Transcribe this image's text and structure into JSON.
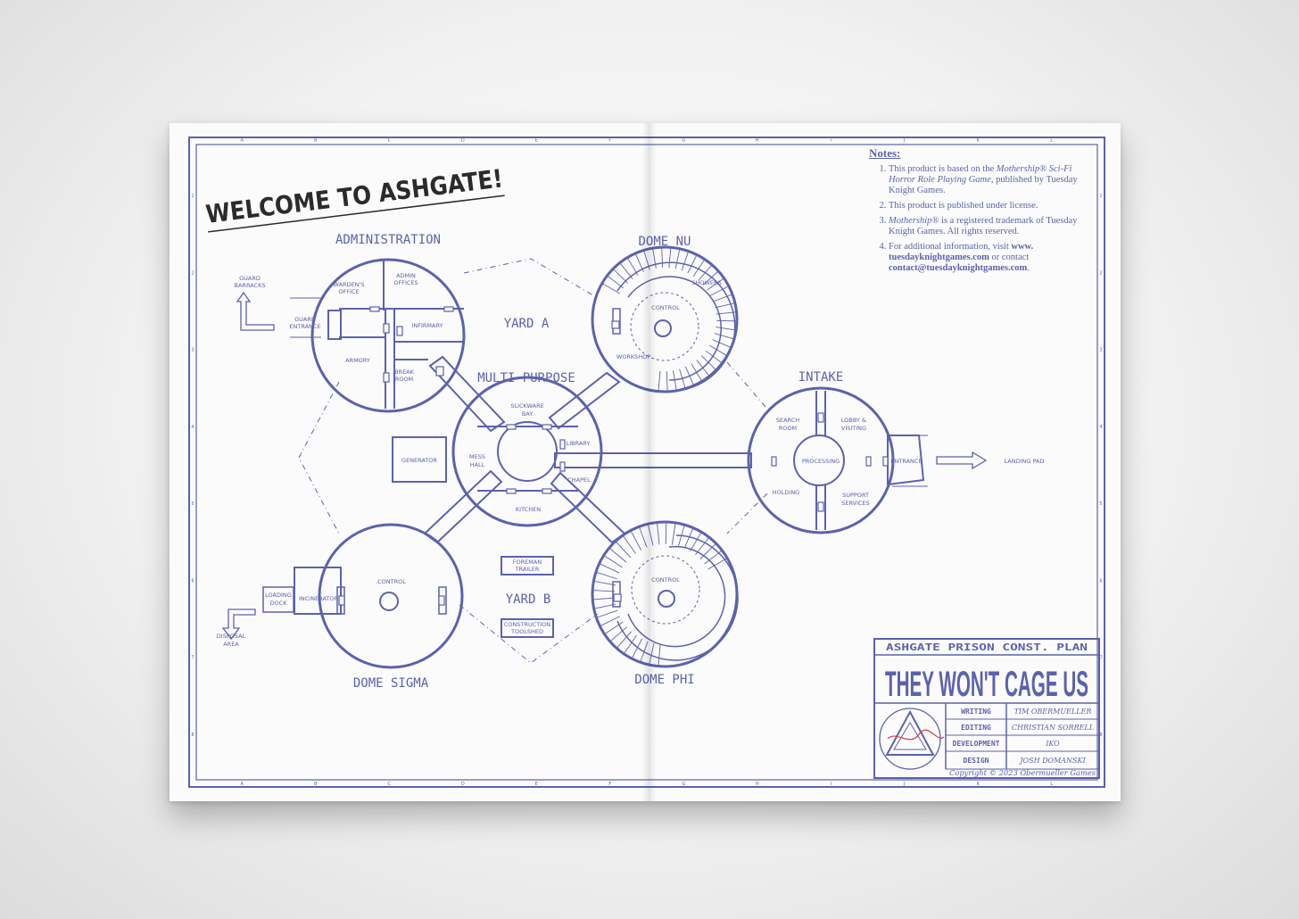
{
  "title": "WELCOME TO ASHGATE!",
  "areas": {
    "administration": "ADMINISTRATION",
    "dome_nu": "DOME NU",
    "yard_a": "YARD A",
    "multi_purpose": "MULTI-PURPOSE",
    "intake": "INTAKE",
    "dome_sigma": "DOME SIGMA",
    "yard_b": "YARD B",
    "dome_phi": "DOME PHI"
  },
  "rooms": {
    "guard_barracks": [
      "GUARD",
      "BARRACKS"
    ],
    "guard_entrance": [
      "GUARD",
      "ENTRANCE"
    ],
    "wardens_office": [
      "WARDEN'S",
      "OFFICE"
    ],
    "admin_offices": [
      "ADMIN",
      "OFFICES"
    ],
    "infirmary": "INFIRMARY",
    "armory": "ARMORY",
    "break_room": [
      "BREAK",
      "ROOM"
    ],
    "showers": "SHOWERS",
    "control": "CONTROL",
    "workshop": "WORKSHOP",
    "slickware_bay": [
      "SLICKWARE",
      "BAY"
    ],
    "library": "LIBRARY",
    "mess_hall": [
      "MESS",
      "HALL"
    ],
    "chapel": "CHAPEL",
    "kitchen": "KITCHEN",
    "generator": "GENERATOR",
    "search_room": [
      "SEARCH",
      "ROOM"
    ],
    "lobby_visiting": [
      "LOBBY &",
      "VISITING"
    ],
    "processing": "PROCESSING",
    "entrance": "ENTRANCE",
    "landing_pad": "LANDING PAD",
    "holding": "HOLDING",
    "support_services": [
      "SUPPORT",
      "SERVICES"
    ],
    "loading_dock": [
      "LOADING",
      "DOCK"
    ],
    "incinerator": "INCINERATOR",
    "disposal_area": [
      "DISPOSAL",
      "AREA"
    ],
    "foreman_trailer": [
      "FOREMAN",
      "TRAILER"
    ],
    "construction_toolshed": [
      "CONSTRUCTION",
      "TOOLSHED"
    ]
  },
  "notes": {
    "heading": "Notes:",
    "items": [
      {
        "parts": [
          [
            "",
            "This product is based on the "
          ],
          [
            "i",
            "Mothership® Sci-Fi Horror Role Playing Game"
          ],
          [
            "",
            ", published by Tuesday Knight Games."
          ]
        ]
      },
      {
        "parts": [
          [
            "",
            "This product is published under license."
          ]
        ]
      },
      {
        "parts": [
          [
            "i",
            "Mothership®"
          ],
          [
            "",
            " is a registered trademark of Tuesday Knight Games. All rights reserved."
          ]
        ]
      },
      {
        "parts": [
          [
            "",
            "For additional information, visit "
          ],
          [
            "b",
            "www. tuesdayknightgames.com"
          ],
          [
            "",
            " or contact "
          ],
          [
            "b",
            "contact@tuesdayknightgames.com"
          ],
          [
            "",
            "."
          ]
        ]
      }
    ]
  },
  "title_block": {
    "header": "ASHGATE PRISON CONST. PLAN",
    "title": "THEY WON'T CAGE US",
    "credits": [
      {
        "role": "WRITING",
        "name": "TIM OBERMUELLER"
      },
      {
        "role": "EDITING",
        "name": "CHRISTIAN SORRELL"
      },
      {
        "role": "DEVELOPMENT",
        "name": "IKO"
      },
      {
        "role": "DESIGN",
        "name": "JOSH DOMANSKI"
      }
    ],
    "copyright": "Copyright © 2023 Obermueller Games"
  },
  "border_letters": [
    "A",
    "B",
    "C",
    "D",
    "E",
    "F",
    "G",
    "H",
    "I",
    "J",
    "K",
    "L"
  ],
  "border_numbers": [
    "1",
    "2",
    "3",
    "4",
    "5",
    "6",
    "7",
    "8"
  ],
  "colors": {
    "ink": "#5b62ad",
    "paper": "#fbfbfb"
  }
}
